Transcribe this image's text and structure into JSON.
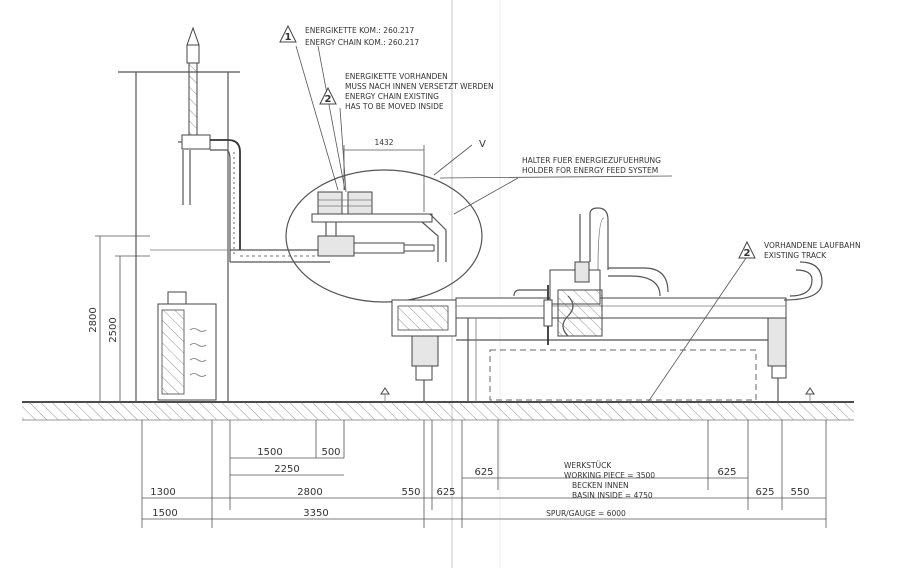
{
  "notes": {
    "energy_chain_kom": {
      "marker": "1",
      "line1": "ENERGIKETTE KOM.: 260.217",
      "line2": "ENERGY CHAIN KOM.: 260.217"
    },
    "energy_chain_existing": {
      "marker": "2",
      "line1": "ENERGIKETTE VORHANDEN",
      "line2": "MUSS NACH INNEN VERSETZT WERDEN",
      "line3": "ENERGY CHAIN EXISTING",
      "line4": "HAS TO BE MOVED INSIDE"
    },
    "holder": {
      "line1": "HALTER FUER ENERGIEZUFUEHRUNG",
      "line2": "HOLDER FOR ENERGY FEED SYSTEM"
    },
    "existing_track": {
      "marker": "2",
      "line1": "VORHANDENE LAUFBAHN",
      "line2": "EXISTING TRACK"
    },
    "detail_mark": "V"
  },
  "dimensions": {
    "d1432": "1432",
    "h2800": "2800",
    "h2500": "2500",
    "d1500a": "1500",
    "d500": "500",
    "d2250": "2250",
    "d625a": "625",
    "d625b": "625",
    "d625c": "625",
    "d625d": "625",
    "d1300": "1300",
    "d2800": "2800",
    "d550a": "550",
    "d550b": "550",
    "d1500b": "1500",
    "d3350": "3350"
  },
  "labels": {
    "workpiece_de": "WERKSTÜCK",
    "workpiece_en": "WORKING PIECE = 3500",
    "basin_de": "BECKEN INNEN",
    "basin_en": "BASIN INSIDE = 4750",
    "gauge": "SPUR/GAUGE = 6000"
  }
}
